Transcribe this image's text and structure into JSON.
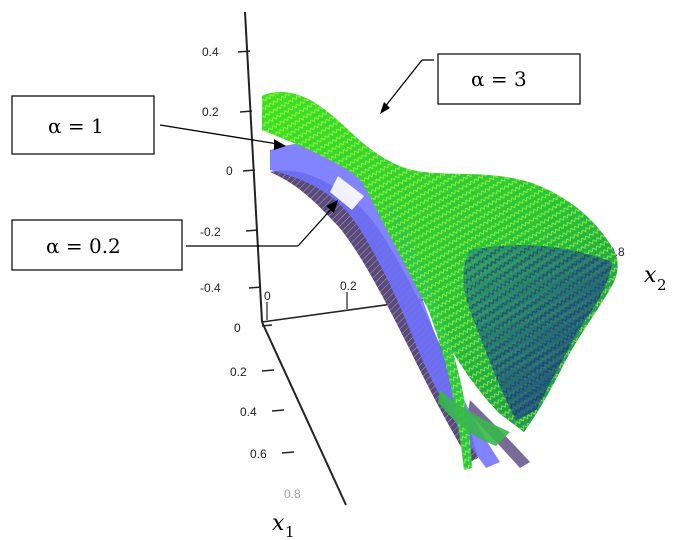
{
  "figure": {
    "z_ticks": [
      "0.4",
      "0.2",
      "0",
      "-0.2",
      "-0.4"
    ],
    "x1_ticks": [
      "0",
      "0.2",
      "0.4",
      "0.6",
      "0.8"
    ],
    "x2_ticks": [
      "0",
      "0.2",
      "0.8"
    ],
    "axis_x1": {
      "base": "x",
      "sub": "1"
    },
    "axis_x2": {
      "base": "x",
      "sub": "2"
    },
    "callouts": {
      "alpha3": "α = 3",
      "alpha1": "α = 1",
      "alpha02": "α = 0.2"
    },
    "colors": {
      "surface_green": "#33dd22",
      "surface_blue": "#6666ff",
      "surface_purple": "#6a5a8a",
      "mesh_dark": "#1a1a7a"
    }
  }
}
